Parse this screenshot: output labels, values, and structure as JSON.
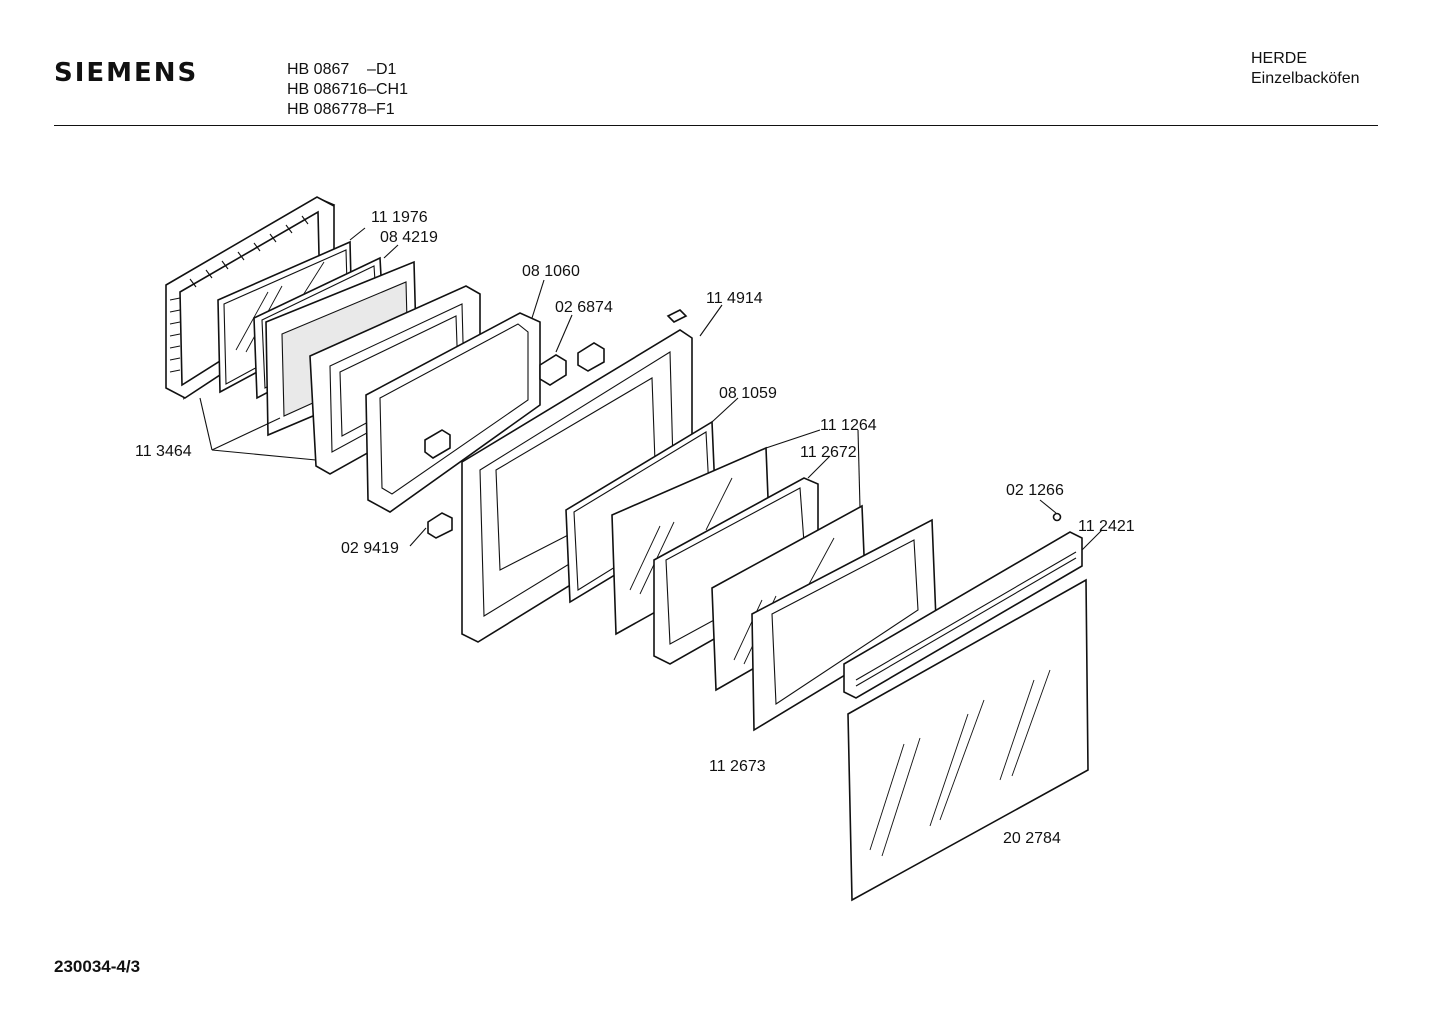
{
  "header": {
    "brand": "SIEMENS",
    "models": [
      "HB 0867    –D1",
      "HB 086716–CH1",
      "HB 086778–F1"
    ],
    "category": "HERDE",
    "subcategory": "Einzelbacköfen"
  },
  "footer": {
    "code": "230034-4/3"
  },
  "parts": [
    {
      "number": "11 1976"
    },
    {
      "number": "08 4219"
    },
    {
      "number": "08 1060"
    },
    {
      "number": "02 6874"
    },
    {
      "number": "11 4914"
    },
    {
      "number": "08 1059"
    },
    {
      "number": "11 1264"
    },
    {
      "number": "11 2672"
    },
    {
      "number": "11 3464"
    },
    {
      "number": "02 9419"
    },
    {
      "number": "02 1266"
    },
    {
      "number": "11 2421"
    },
    {
      "number": "11 2673"
    },
    {
      "number": "20 2784"
    }
  ]
}
